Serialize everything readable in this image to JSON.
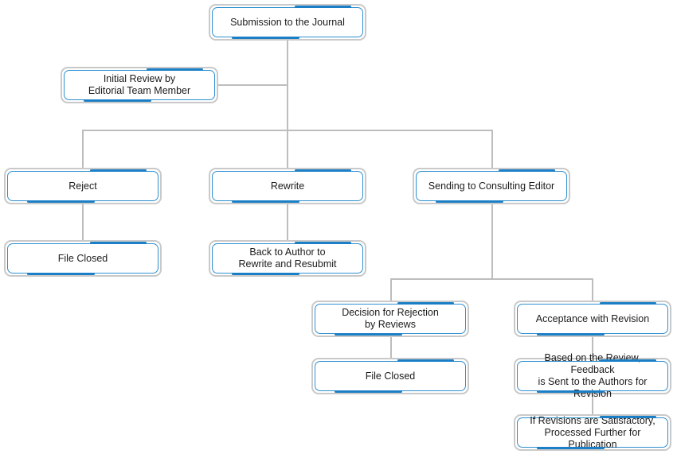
{
  "nodes": {
    "submission": "Submission to the Journal",
    "initial_review_line1": "Initial Review by",
    "initial_review_line2": "Editorial Team Member",
    "reject": "Reject",
    "rewrite": "Rewrite",
    "sending_consulting": "Sending to Consulting Editor",
    "file_closed_1": "File Closed",
    "back_to_author_line1": "Back to Author to",
    "back_to_author_line2": "Rewrite and Resubmit",
    "decision_rejection_line1": "Decision for Rejection",
    "decision_rejection_line2": "by Reviews",
    "acceptance_revision": "Acceptance with Revision",
    "file_closed_2": "File Closed",
    "feedback_line1": "Based on the Review, Feedback",
    "feedback_line2": "is Sent to the Authors for Revision",
    "satisfactory_line1": "If Revisions are Satisfactory,",
    "satisfactory_line2": "Processed Further for Publication"
  },
  "colors": {
    "connector": "#bdbdbd",
    "box_outer_border": "#c9c9c9",
    "box_inner_border": "#2e8fd0",
    "box_accent": "#1a7fc6"
  }
}
